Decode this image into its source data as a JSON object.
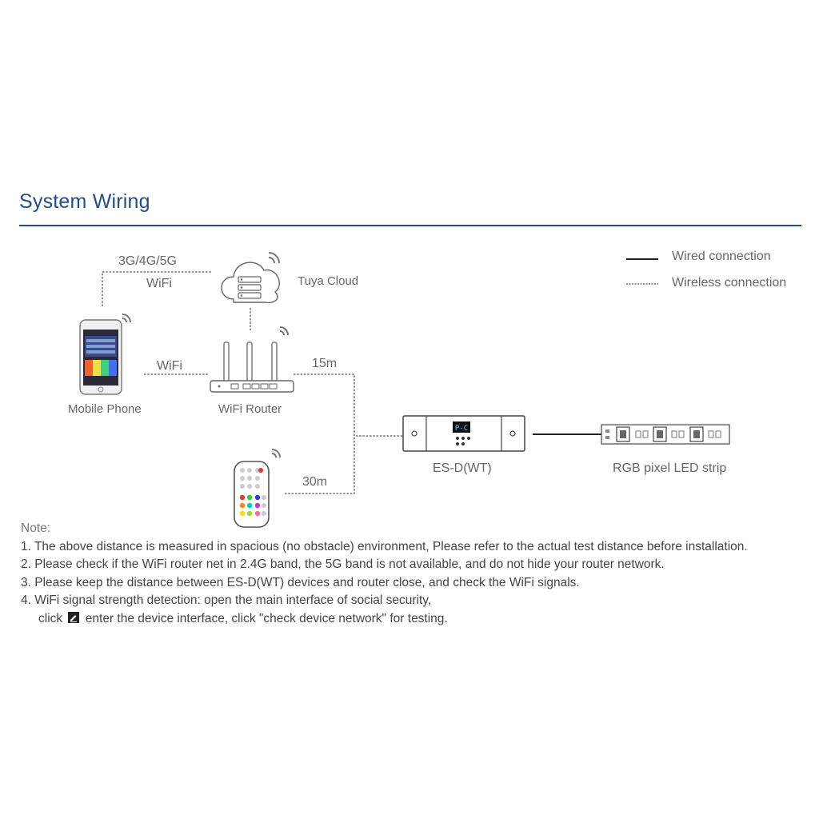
{
  "header": {
    "title": "System Wiring"
  },
  "legend": {
    "wired": "Wired connection",
    "wireless": "Wireless connection"
  },
  "links": {
    "mobile_network": "3G/4G/5G",
    "wifi_top": "WiFi",
    "wifi_mid": "WiFi",
    "distance_router": "15m",
    "distance_remote": "30m"
  },
  "devices": {
    "cloud": "Tuya Cloud",
    "phone": "Mobile Phone",
    "router": "WiFi Router",
    "controller": "ES-D(WT)",
    "controller_display": "P-C",
    "strip": "RGB pixel LED strip"
  },
  "notes": {
    "heading": "Note:",
    "n1": "1. The above distance is measured in spacious (no obstacle) environment, Please refer to the actual test distance before installation.",
    "n2": "2. Please check if the WiFi router net in 2.4G band, the 5G band is not available, and do not hide your router network.",
    "n3": "3. Please keep the distance between ES-D(WT) devices and router close, and check the WiFi signals.",
    "n4": "4. WiFi signal strength detection: open the main interface of social security,",
    "n4b_pre": "click",
    "n4b_post": "enter the device interface, click \"check device network\" for testing."
  },
  "colors": {
    "title": "#1f4e8c",
    "line": "#555555"
  }
}
